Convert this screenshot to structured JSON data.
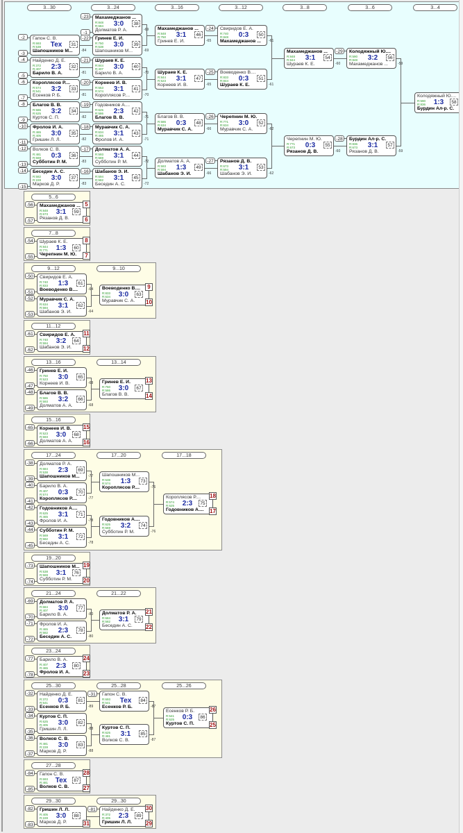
{
  "main": {
    "rounds": [
      "3...30",
      "3...24",
      "3...16",
      "3...12",
      "3...8",
      "3...6",
      "3...4"
    ],
    "matches": [
      {
        "id": "31",
        "p1": "Гапон С. В.",
        "p2": "Шапошников М...",
        "r1": "R:693",
        "r2": "R:538",
        "score": "Тех",
        "win": 2,
        "s1": "-2",
        "s2": "-3",
        "lose": "-84"
      },
      {
        "id": "32",
        "p1": "Найденко Д. Е.",
        "p2": "Барило В. А.",
        "r1": "R:372",
        "r2": "R:407",
        "score": "2:3",
        "win": 2,
        "s1": "-4",
        "s2": "-5",
        "lose": "-81"
      },
      {
        "id": "33",
        "p1": "Короплясов Р....",
        "p2": "Есенков Р. Б.",
        "r1": "R:574",
        "r2": "R:541",
        "score": "3:2",
        "win": 1,
        "s1": "-6",
        "s2": "-7",
        "lose": "-81"
      },
      {
        "id": "34",
        "p1": "Благов В. В.",
        "p2": "Куртов С. П.",
        "r1": "R:586",
        "r2": "R:625",
        "score": "3:2",
        "win": 1,
        "s1": "-8",
        "s2": "-9",
        "lose": "-82"
      },
      {
        "id": "35",
        "p1": "Фролов И. А.",
        "p2": "Гришин Л. Л.",
        "r1": "R:465",
        "r2": "R:405",
        "score": "3:0",
        "win": 1,
        "s1": "-10",
        "s2": "-11",
        "lose": "-82"
      },
      {
        "id": "36",
        "p1": "Волков С. В.",
        "p2": "Субботин Р. М.",
        "r1": "R:481",
        "r2": "R:569",
        "score": "0:3",
        "win": 2,
        "s1": "-12",
        "s2": "-13",
        "lose": "-83"
      },
      {
        "id": "37",
        "p1": "Беседин А. С.",
        "p2": "Марков Д. Р.",
        "r1": "R:582",
        "r2": "R:228",
        "score": "3:0",
        "win": 1,
        "s1": "-14",
        "s2": "-15",
        "lose": "-83"
      },
      {
        "id": "38",
        "p1": "Махамеджанов ...",
        "p2": "Долматов Р. А.",
        "r1": "R:848",
        "r2": "R:684",
        "score": "3:0",
        "win": 1,
        "s1": "-23",
        "s2": "-1",
        "lose": "-69"
      },
      {
        "id": "39",
        "p1": "Гринев Е. И.",
        "p2": "Шапошников М...",
        "r1": "R:750",
        "r2": "R:538",
        "score": "3:0",
        "win": 1,
        "s1": "-22",
        "lose": "-69"
      },
      {
        "id": "40",
        "p1": "Шураев К. Е.",
        "p2": "Барило В. А.",
        "r1": "R:844",
        "r2": "R:407",
        "score": "3:0",
        "win": 1,
        "s1": "-21",
        "lose": "-70"
      },
      {
        "id": "41",
        "p1": "Корнеев И. В.",
        "p2": "Короплясов Р....",
        "r1": "R:553",
        "r2": "R:574",
        "score": "3:1",
        "win": 1,
        "s1": "-20",
        "lose": "-70"
      },
      {
        "id": "42",
        "p1": "Годовников А....",
        "p2": "Благов В. В.",
        "r1": "R:625",
        "r2": "R:586",
        "score": "2:3",
        "win": 2,
        "s1": "-19",
        "lose": "-71"
      },
      {
        "id": "43",
        "p1": "Муравчик С. А.",
        "p2": "Фролов И. А.",
        "r1": "R:634",
        "r2": "R:465",
        "score": "3:1",
        "win": 1,
        "s1": "-18",
        "lose": "-71"
      },
      {
        "id": "44",
        "p1": "Долматов А. А.",
        "p2": "Субботин Р. М.",
        "r1": "R:593",
        "r2": "R:569",
        "score": "3:1",
        "win": 1,
        "s1": "-17",
        "lose": "-72"
      },
      {
        "id": "45",
        "p1": "Шабанов Э. И.",
        "p2": "Беседин А. С.",
        "r1": "R:594",
        "r2": "R:582",
        "score": "3:1",
        "win": 1,
        "s1": "-16",
        "lose": "-72"
      },
      {
        "id": "46",
        "p1": "Махамеджанов ...",
        "p2": "Гринев Е. И.",
        "r1": "R:848",
        "r2": "R:750",
        "score": "3:1",
        "win": 1,
        "lose": "-65"
      },
      {
        "id": "47",
        "p1": "Шураев К. Е.",
        "p2": "Корнеев И. В.",
        "r1": "R:844",
        "r2": "R:523",
        "score": "3:1",
        "win": 1,
        "lose": "-65"
      },
      {
        "id": "48",
        "p1": "Благов В. В.",
        "p2": "Муравчик С. А.",
        "r1": "R:586",
        "r2": "R:634",
        "score": "0:3",
        "win": 2,
        "lose": "-66"
      },
      {
        "id": "49",
        "p1": "Долматов А. А.",
        "p2": "Шабанов Э. И.",
        "r1": "R:593",
        "r2": "R:594",
        "score": "1:3",
        "win": 2,
        "lose": "-66"
      },
      {
        "id": "50",
        "p1": "Свиридов Е. А.",
        "p2": "Махамеджанов ...",
        "r1": "R:740",
        "r2": "R:848",
        "score": "0:3",
        "win": 2,
        "s1": "-24",
        "lose": "-61"
      },
      {
        "id": "51",
        "p1": "Воеводенко В....",
        "p2": "Шураев К. Е.",
        "r1": "R:833",
        "r2": "R:844",
        "score": "0:3",
        "win": 2,
        "s1": "-25",
        "lose": "-61"
      },
      {
        "id": "52",
        "p1": "Черепнин М. Ю.",
        "p2": "Муравчик С. А.",
        "r1": "R:771",
        "r2": "R:634",
        "score": "3:0",
        "win": 1,
        "s1": "-26",
        "lose": "-62"
      },
      {
        "id": "53",
        "p1": "Рязанов Д. В.",
        "p2": "Шабанов Э. И.",
        "r1": "R:673",
        "r2": "R:594",
        "score": "3:1",
        "win": 1,
        "s1": "-27",
        "lose": "-62"
      },
      {
        "id": "54",
        "p1": "Махамеджанов ...",
        "p2": "Шураев К. Е.",
        "r1": "R:848",
        "r2": "R:844",
        "score": "3:1",
        "win": 1,
        "lose": "-60"
      },
      {
        "id": "55",
        "p1": "Черепнин М. Ю.",
        "p2": "Рязанов Д. В.",
        "r1": "R:771",
        "r2": "R:673",
        "score": "0:3",
        "win": 2,
        "lose": "-60"
      },
      {
        "id": "56",
        "p1": "Колодяжный Ю....",
        "p2": "Махамеджанов ...",
        "r1": "R:590",
        "r2": "R:848",
        "score": "3:2",
        "win": 1,
        "s1": "-29",
        "lose": "-59"
      },
      {
        "id": "57",
        "p1": "Бурдин Ал-р. С.",
        "p2": "Рязанов Д. В.",
        "r1": "R:836",
        "r2": "R:673",
        "score": "3:1",
        "win": 1,
        "s1": "-28",
        "lose": "-59"
      },
      {
        "id": "58",
        "p1": "Колодяжный Ю....",
        "p2": "Бурдин Ал-р. С.",
        "r1": "R:590",
        "r2": "R:836",
        "score": "1:3",
        "win": 2,
        "pl1": "4",
        "pl2": "3"
      }
    ]
  },
  "cons": [
    {
      "title": [
        "5...6"
      ],
      "matches": [
        {
          "id": "59",
          "p1": "Махамеджанов ...",
          "p2": "Рязанов Д. В.",
          "r1": "R:848",
          "r2": "R:673",
          "score": "3:1",
          "win": 1,
          "s1": "-56",
          "s2": "-57",
          "pl1": "5",
          "pl2": "6"
        }
      ]
    },
    {
      "title": [
        "7...8"
      ],
      "matches": [
        {
          "id": "60",
          "p1": "Шураев К. Е.",
          "p2": "Черепнин М. Ю.",
          "r1": "R:844",
          "r2": "R:771",
          "score": "1:3",
          "win": 2,
          "s1": "-54",
          "s2": "-55",
          "pl1": "8",
          "pl2": "7"
        }
      ]
    },
    {
      "title": [
        "9...12",
        "9...10"
      ],
      "matches": [
        {
          "id": "61",
          "p1": "Свиридов Е. А.",
          "p2": "Воеводенко В....",
          "r1": "R:740",
          "r2": "R:833",
          "score": "1:3",
          "win": 2,
          "s1": "-50",
          "s2": "-51",
          "lose": "-64"
        },
        {
          "id": "62",
          "p1": "Муравчик С. А.",
          "p2": "Шабанов Э. И.",
          "r1": "R:634",
          "r2": "R:594",
          "score": "3:1",
          "win": 1,
          "s1": "-52",
          "s2": "-53",
          "lose": "-64"
        },
        {
          "id": "63",
          "p1": "Воеводенко В....",
          "p2": "Муравчик С. А.",
          "r1": "R:833",
          "r2": "R:634",
          "score": "3:0",
          "win": 1,
          "pl1": "9",
          "pl2": "10"
        }
      ]
    },
    {
      "title": [
        "11...12"
      ],
      "matches": [
        {
          "id": "64",
          "p1": "Свиридов Е. А.",
          "p2": "Шабанов Э. И.",
          "r1": "R:740",
          "r2": "R:594",
          "score": "3:2",
          "win": 1,
          "s1": "-61",
          "s2": "-62",
          "pl1": "11",
          "pl2": "12"
        }
      ]
    },
    {
      "title": [
        "13...16",
        "13...14"
      ],
      "matches": [
        {
          "id": "65",
          "p1": "Гринев Е. И.",
          "p2": "Корнеев И. В.",
          "r1": "R:750",
          "r2": "R:523",
          "score": "3:0",
          "win": 1,
          "s1": "-46",
          "s2": "-47",
          "lose": "-68"
        },
        {
          "id": "66",
          "p1": "Благов В. В.",
          "p2": "Долматов А. А.",
          "r1": "R:586",
          "r2": "R:593",
          "score": "3:2",
          "win": 1,
          "s1": "-48",
          "s2": "-49",
          "lose": "-68"
        },
        {
          "id": "67",
          "p1": "Гринев Е. И.",
          "p2": "Благов В. В.",
          "r1": "R:750",
          "r2": "R:586",
          "score": "3:0",
          "win": 1,
          "pl1": "13",
          "pl2": "14"
        }
      ]
    },
    {
      "title": [
        "15...16"
      ],
      "matches": [
        {
          "id": "68",
          "p1": "Корнеев И. В.",
          "p2": "Долматов А. А.",
          "r1": "R:523",
          "r2": "R:593",
          "score": "3:0",
          "win": 1,
          "s1": "-65",
          "s2": "-66",
          "pl1": "15",
          "pl2": "16"
        }
      ]
    },
    {
      "title": [
        "17...24",
        "17...20",
        "17...18"
      ],
      "matches": [
        {
          "id": "69",
          "p1": "Долматов Р. А.",
          "p2": "Шапошников М...",
          "r1": "R:684",
          "r2": "R:538",
          "score": "2:3",
          "win": 2,
          "s1": "-38",
          "s2": "-39",
          "lose": "-77"
        },
        {
          "id": "70",
          "p1": "Барило В. А.",
          "p2": "Короплясов Р....",
          "r1": "R:407",
          "r2": "R:574",
          "score": "0:3",
          "win": 2,
          "s1": "-40",
          "s2": "-41",
          "lose": "-77"
        },
        {
          "id": "71",
          "p1": "Годовников А....",
          "p2": "Фролов И. А.",
          "r1": "R:625",
          "r2": "R:465",
          "score": "3:1",
          "win": 1,
          "s1": "-42",
          "s2": "-43",
          "lose": "-78"
        },
        {
          "id": "72",
          "p1": "Субботин Р. М.",
          "p2": "Беседин А. С.",
          "r1": "R:569",
          "r2": "R:582",
          "score": "3:1",
          "win": 1,
          "s1": "-44",
          "s2": "-45",
          "lose": "-78"
        },
        {
          "id": "73",
          "p1": "Шапошников М...",
          "p2": "Короплясов Р....",
          "r1": "R:538",
          "r2": "R:574",
          "score": "1:3",
          "win": 2,
          "lose": "-76"
        },
        {
          "id": "74",
          "p1": "Годовников А....",
          "p2": "Субботин Р. М.",
          "r1": "R:625",
          "r2": "R:569",
          "score": "3:2",
          "win": 1,
          "lose": "-76"
        },
        {
          "id": "75",
          "p1": "Короплясов Р....",
          "p2": "Годовников А....",
          "r1": "R:574",
          "r2": "R:625",
          "score": "2:3",
          "win": 2,
          "pl1": "18",
          "pl2": "17"
        }
      ]
    },
    {
      "title": [
        "19...20"
      ],
      "matches": [
        {
          "id": "76",
          "p1": "Шапошников М...",
          "p2": "Субботин Р. М.",
          "r1": "R:538",
          "r2": "R:569",
          "score": "3:1",
          "win": 1,
          "s1": "-73",
          "s2": "-74",
          "pl1": "19",
          "pl2": "20"
        }
      ]
    },
    {
      "title": [
        "21...24",
        "21...22"
      ],
      "matches": [
        {
          "id": "77",
          "p1": "Долматов Р. А.",
          "p2": "Барило В. А.",
          "r1": "R:684",
          "r2": "R:407",
          "score": "3:0",
          "win": 1,
          "s1": "-69",
          "s2": "-70",
          "lose": "-80"
        },
        {
          "id": "78",
          "p1": "Фролов И. А.",
          "p2": "Беседин А. С.",
          "r1": "R:465",
          "r2": "R:582",
          "score": "2:3",
          "win": 2,
          "s1": "-71",
          "s2": "-72",
          "lose": "-80"
        },
        {
          "id": "79",
          "p1": "Долматов Р. А.",
          "p2": "Беседин А. С.",
          "r1": "R:684",
          "r2": "R:582",
          "score": "3:1",
          "win": 1,
          "pl1": "21",
          "pl2": "22"
        }
      ]
    },
    {
      "title": [
        "23...24"
      ],
      "matches": [
        {
          "id": "80",
          "p1": "Барило В. А.",
          "p2": "Фролов И. А.",
          "r1": "R:407",
          "r2": "R:465",
          "score": "2:3",
          "win": 2,
          "s1": "-77",
          "s2": "-78",
          "pl1": "24",
          "pl2": "23"
        }
      ]
    },
    {
      "title": [
        "25...30",
        "25...28",
        "25...26"
      ],
      "matches": [
        {
          "id": "81",
          "p1": "Найденко Д. Е.",
          "p2": "Есенков Р. Б.",
          "r1": "R:372",
          "r2": "R:541",
          "score": "0:3",
          "win": 2,
          "s1": "-32",
          "s2": "-33",
          "lose": "-89"
        },
        {
          "id": "82",
          "p1": "Куртов С. П.",
          "p2": "Гришин Л. Л.",
          "r1": "R:625",
          "r2": "R:405",
          "score": "3:0",
          "win": 1,
          "s1": "-34",
          "s2": "-35",
          "lose": "-88"
        },
        {
          "id": "83",
          "p1": "Волков С. В.",
          "p2": "Марков Д. Р.",
          "r1": "R:481",
          "r2": "R:228",
          "score": "3:0",
          "win": 1,
          "s1": "-36",
          "s2": "-37",
          "lose": "-88"
        },
        {
          "id": "84",
          "p1": "Гапон С. В.",
          "p2": "Есенков Р. Б.",
          "r1": "R:693",
          "r2": "R:541",
          "score": "Тех",
          "win": 2,
          "s1": "-31",
          "lose": "-87"
        },
        {
          "id": "85",
          "p1": "Куртов С. П.",
          "p2": "Волков С. В.",
          "r1": "R:625",
          "r2": "R:481",
          "score": "3:1",
          "win": 1,
          "lose": "-87"
        },
        {
          "id": "86",
          "p1": "Есенков Р. Б.",
          "p2": "Куртов С. П.",
          "r1": "R:541",
          "r2": "R:625",
          "score": "0:3",
          "win": 2,
          "pl1": "26",
          "pl2": "25"
        }
      ]
    },
    {
      "title": [
        "27...28"
      ],
      "matches": [
        {
          "id": "87",
          "p1": "Гапон С. В.",
          "p2": "Волков С. В.",
          "r1": "R:693",
          "r2": "R:481",
          "score": "Тех",
          "win": 2,
          "s1": "-84",
          "s2": "-85",
          "pl1": "28",
          "pl2": "27"
        }
      ]
    },
    {
      "title": [
        "29...30",
        "29...30"
      ],
      "matches": [
        {
          "id": "88",
          "p1": "Гришин Л. Л.",
          "p2": "Марков Д. Р.",
          "r1": "R:405",
          "r2": "R:228",
          "score": "3:0",
          "win": 1,
          "s1": "-82",
          "s2": "-83",
          "pl2": "31"
        },
        {
          "id": "89",
          "p1": "Найденко Д. Е.",
          "p2": "Гришин Л. Л.",
          "r1": "R:372",
          "r2": "R:405",
          "score": "2:3",
          "win": 2,
          "s1": "-81",
          "pl1": "30",
          "pl2": "29"
        }
      ]
    }
  ]
}
